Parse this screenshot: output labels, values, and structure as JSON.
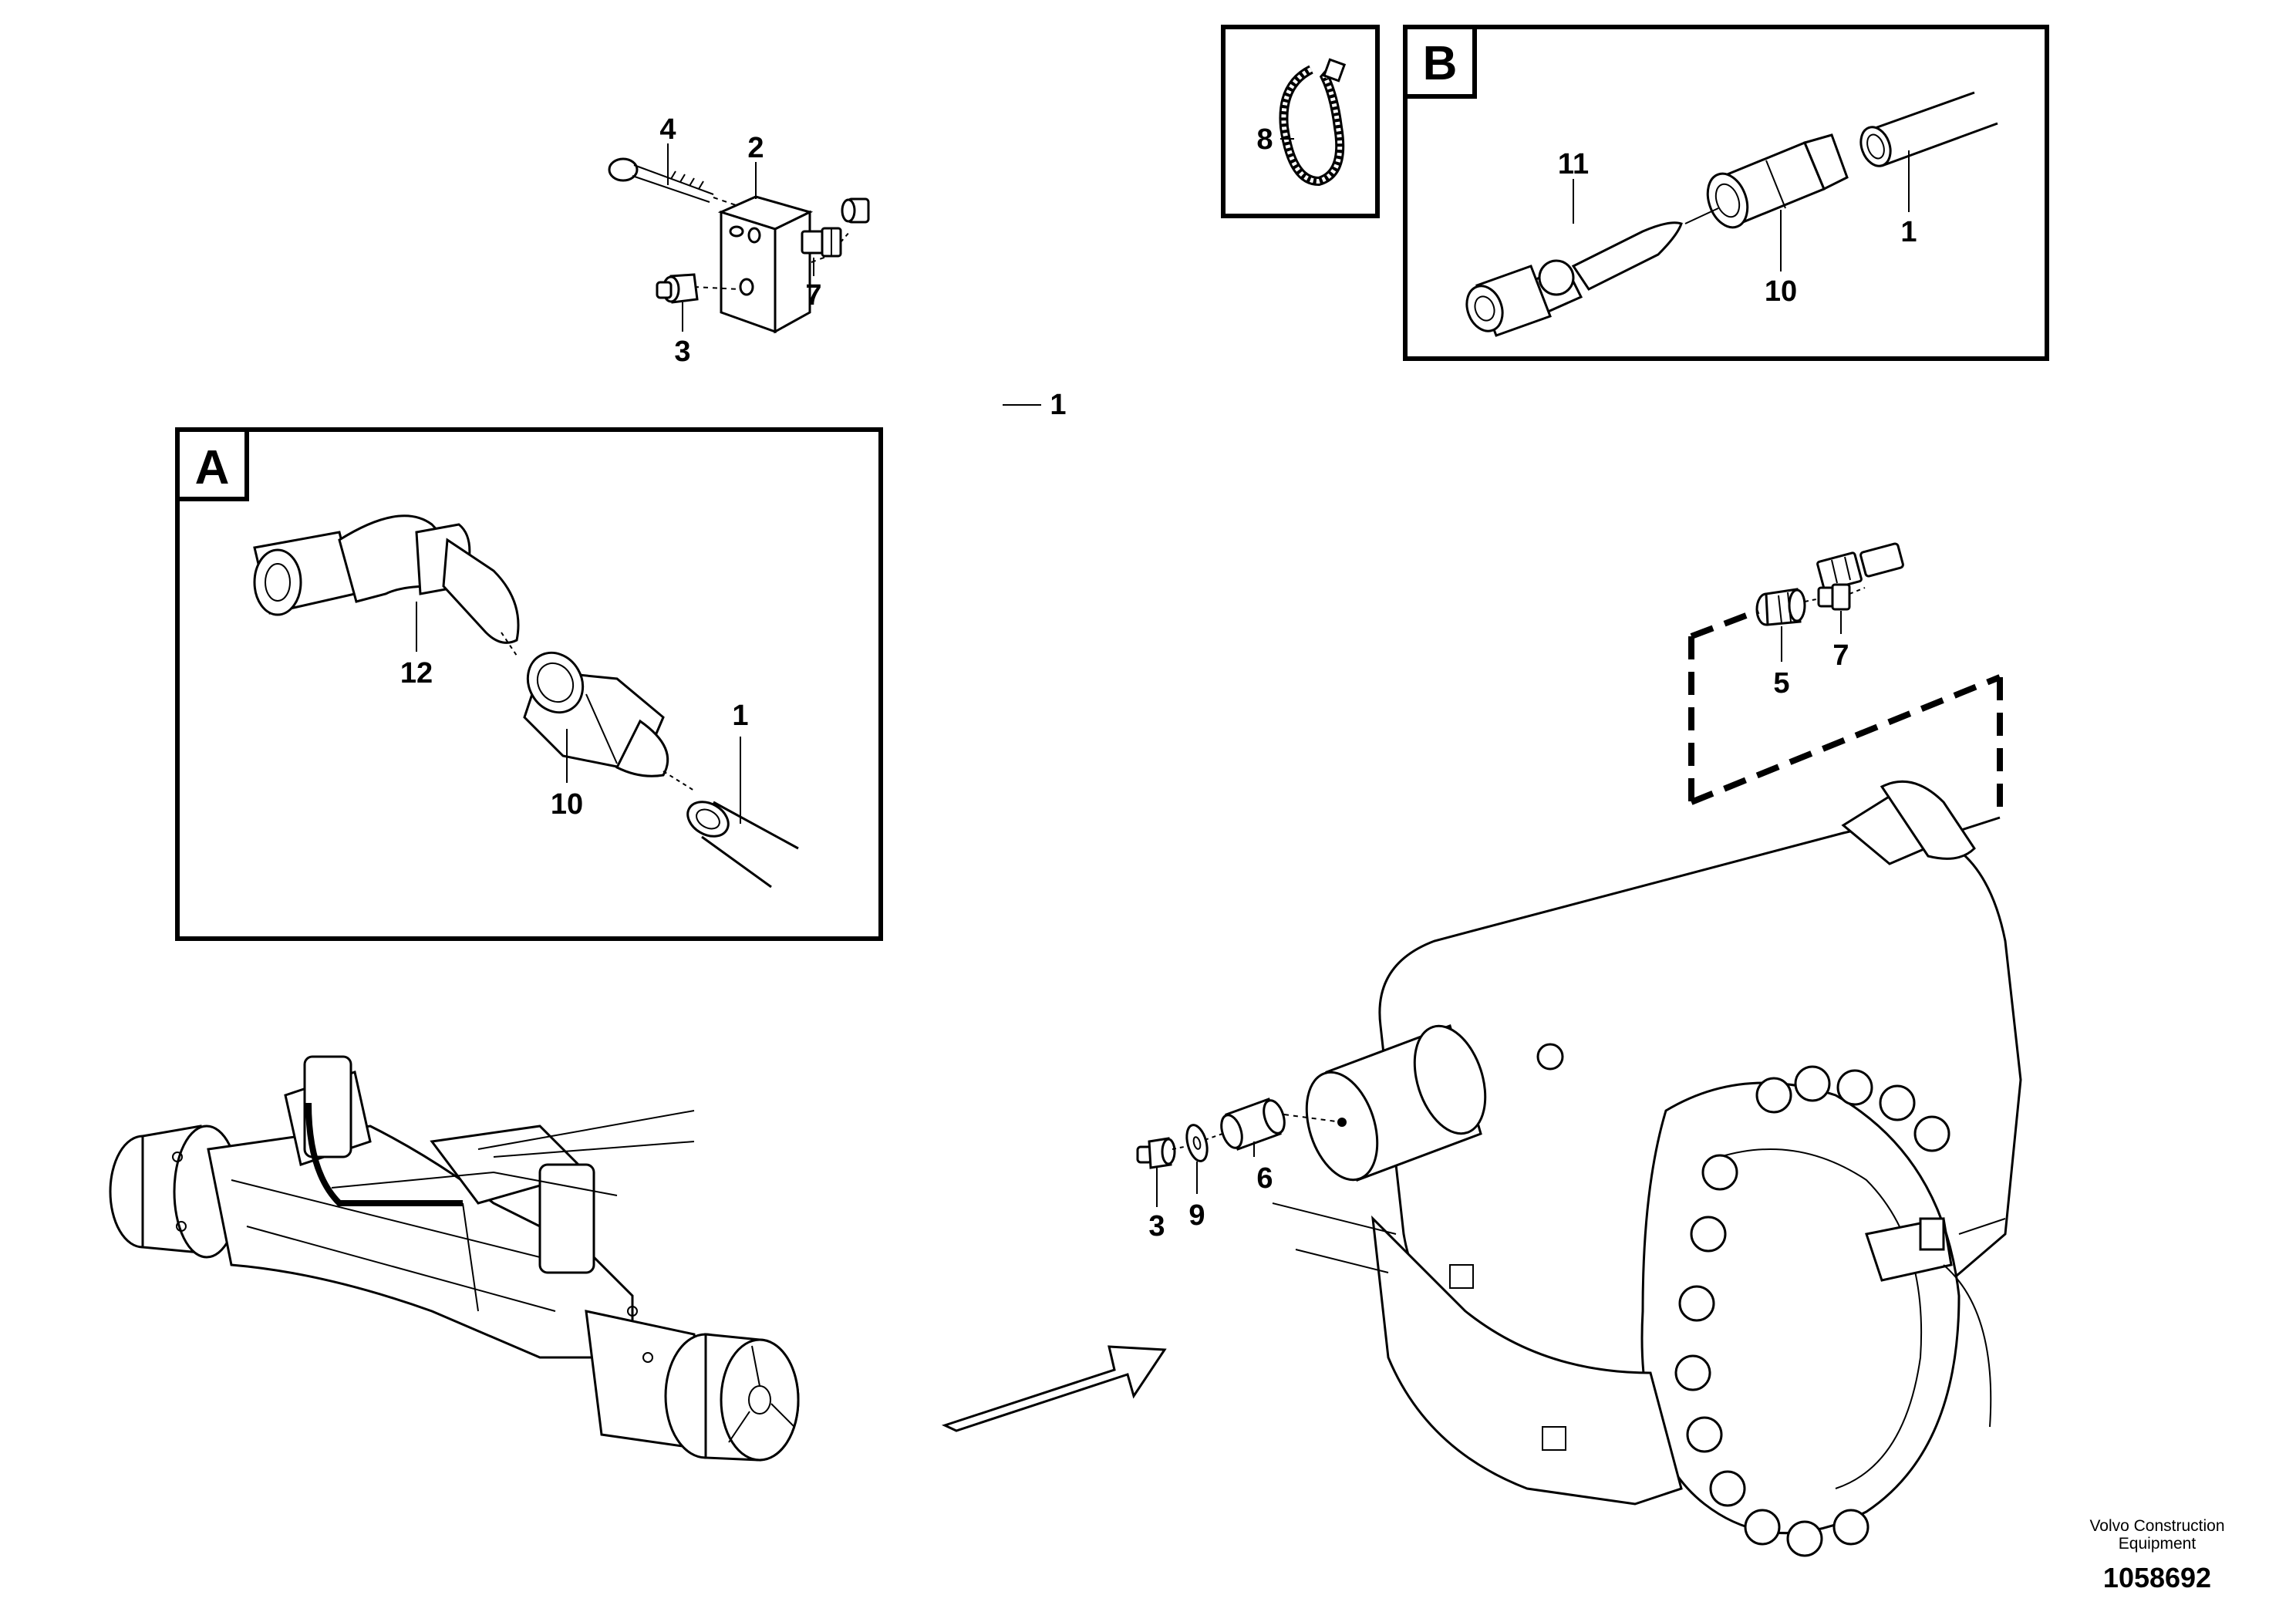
{
  "detail_boxes": {
    "a": {
      "letter": "A"
    },
    "b": {
      "letter": "B"
    }
  },
  "callouts": {
    "tube": "1",
    "tube_a": "1",
    "tube_b": "1",
    "block": "2",
    "nipple_top": "3",
    "nipple_bottom": "3",
    "screw": "4",
    "fitting_5": "5",
    "sleeve": "6",
    "adapter_top": "7",
    "adapter_right": "7",
    "cable_tie": "8",
    "washer": "9",
    "nut_a": "10",
    "nut_b": "10",
    "hose_fitting_straight": "11",
    "hose_fitting_elbow": "12"
  },
  "footer": {
    "company_line1": "Volvo Construction",
    "company_line2": "Equipment",
    "drawing_number": "1058692"
  }
}
